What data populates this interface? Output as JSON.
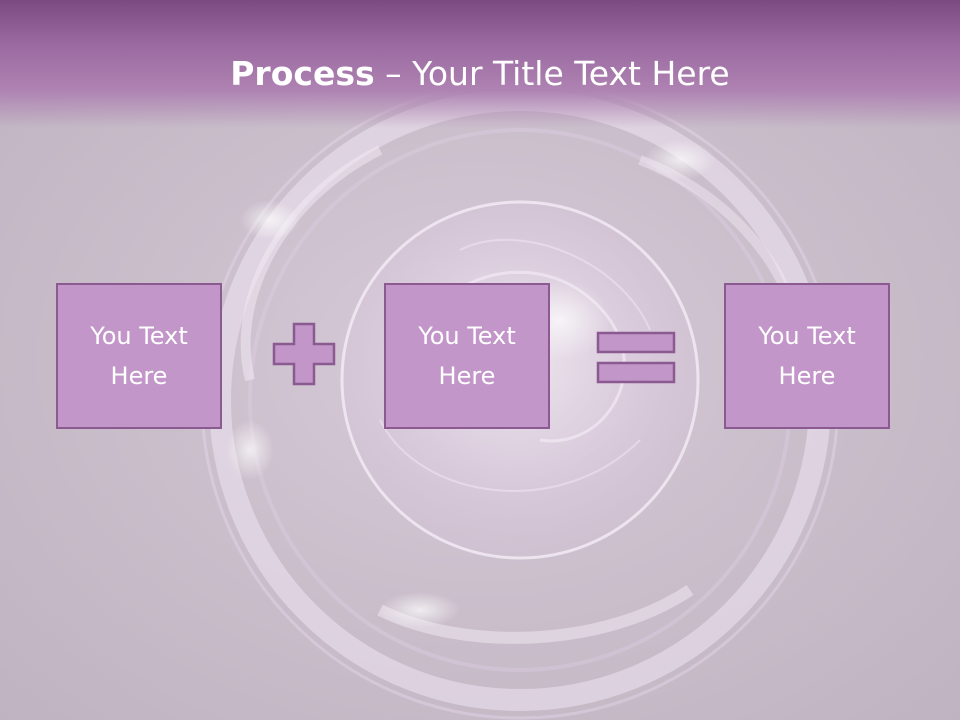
{
  "title": {
    "bold": "Process",
    "rest": " – Your Title Text Here"
  },
  "boxes": [
    {
      "text": "You Text Here"
    },
    {
      "text": "You Text Here"
    },
    {
      "text": "You Text Here"
    }
  ],
  "operators": {
    "first": "plus-icon",
    "second": "equals-icon"
  },
  "colors": {
    "title_bar": "#8e5c94",
    "box_fill": "#c296c8",
    "box_border": "#8b5a91",
    "background": "#cbbfcc"
  }
}
